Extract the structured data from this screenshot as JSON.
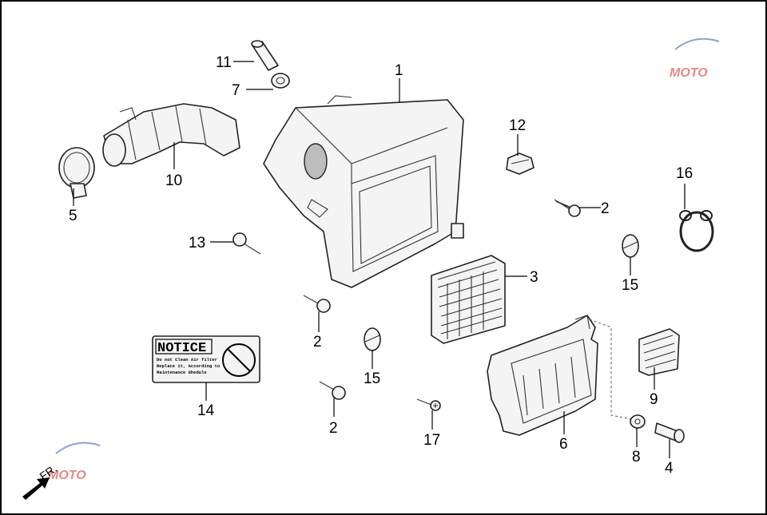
{
  "callouts": [
    {
      "id": "c1",
      "text": "1"
    },
    {
      "id": "c2a",
      "text": "2"
    },
    {
      "id": "c2b",
      "text": "2"
    },
    {
      "id": "c2c",
      "text": "2"
    },
    {
      "id": "c3",
      "text": "3"
    },
    {
      "id": "c4",
      "text": "4"
    },
    {
      "id": "c5",
      "text": "5"
    },
    {
      "id": "c6",
      "text": "6"
    },
    {
      "id": "c7",
      "text": "7"
    },
    {
      "id": "c8",
      "text": "8"
    },
    {
      "id": "c9",
      "text": "9"
    },
    {
      "id": "c10",
      "text": "10"
    },
    {
      "id": "c11",
      "text": "11"
    },
    {
      "id": "c12",
      "text": "12"
    },
    {
      "id": "c13",
      "text": "13"
    },
    {
      "id": "c14",
      "text": "14"
    },
    {
      "id": "c15a",
      "text": "15"
    },
    {
      "id": "c15b",
      "text": "15"
    },
    {
      "id": "c16",
      "text": "16"
    },
    {
      "id": "c17",
      "text": "17"
    }
  ],
  "notice_label": {
    "title": "NOTICE",
    "line1": "Do not Clean Air filter",
    "line2": "Replace it, According to",
    "line3": "Maintenance Shedule"
  },
  "direction": {
    "text": "FR."
  },
  "watermark": {
    "text": "MOTO"
  },
  "colors": {
    "line": "#222222",
    "watermark": "#e06060"
  }
}
